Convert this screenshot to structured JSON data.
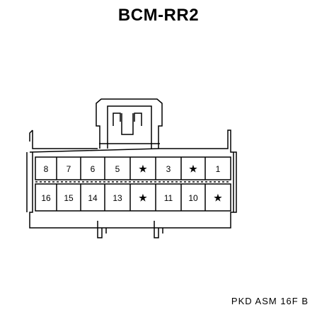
{
  "title": "BCM-RR2",
  "footer": "PKD ASM 16F B",
  "connector": {
    "top_row": [
      "8",
      "7",
      "6",
      "5",
      "★",
      "3",
      "★",
      "1"
    ],
    "bottom_row": [
      "16",
      "15",
      "14",
      "13",
      "★",
      "11",
      "10",
      "★"
    ]
  }
}
